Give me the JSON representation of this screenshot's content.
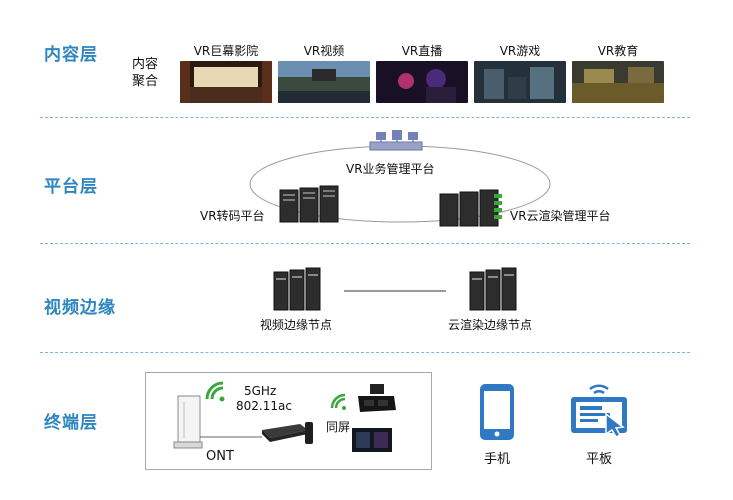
{
  "layers": {
    "content": "内容层",
    "platform": "平台层",
    "edge": "视频边缘",
    "terminal": "终端层"
  },
  "content_layer": {
    "aggregate_line1": "内容",
    "aggregate_line2": "聚合",
    "items": [
      "VR巨幕影院",
      "VR视频",
      "VR直播",
      "VR游戏",
      "VR教育"
    ]
  },
  "platform_layer": {
    "business_mgmt": "VR业务管理平台",
    "transcode": "VR转码平台",
    "cloud_render_mgmt": "VR云渲染管理平台"
  },
  "edge_layer": {
    "video_edge_node": "视频边缘节点",
    "cloud_render_edge_node": "云渲染边缘节点"
  },
  "terminal_layer": {
    "wifi_line1": "5GHz",
    "wifi_line2": "802.11ac",
    "ont": "ONT",
    "same_screen": "同屏",
    "phone": "手机",
    "tablet": "平板"
  },
  "colors": {
    "accent": "#2e86c1",
    "divider": "#7fb6d8",
    "wifi_green": "#3aa93a",
    "device_blue": "#2f78c4"
  }
}
